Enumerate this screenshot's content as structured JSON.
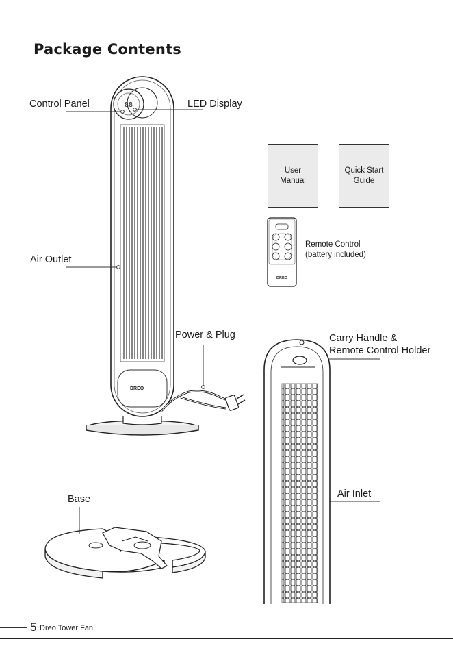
{
  "page_title": "Package Contents",
  "labels": {
    "control_panel": "Control Panel",
    "led_display": "LED Display",
    "air_outlet": "Air Outlet",
    "power_plug": "Power & Plug",
    "base": "Base",
    "carry_handle_line1": "Carry Handle &",
    "carry_handle_line2": "Remote Control Holder",
    "air_inlet": "Air Inlet",
    "remote_control_line1": "Remote Control",
    "remote_control_line2": "(battery included)"
  },
  "documents": {
    "user_manual_line1": "User",
    "user_manual_line2": "Manual",
    "quick_start_line1": "Quick Start",
    "quick_start_line2": "Guide"
  },
  "brand": {
    "fan_logo": "DREO",
    "remote_logo": "DREO",
    "display_digits": "88"
  },
  "footer": {
    "page_number": "5",
    "product_name": "Dreo Tower Fan"
  }
}
